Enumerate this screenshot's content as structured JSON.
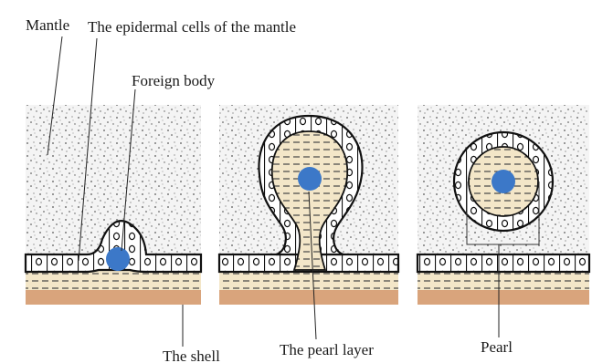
{
  "labels": {
    "mantle": "Mantle",
    "epidermal_cells": "The epidermal cells of the mantle",
    "foreign_body": "Foreign body",
    "shell": "The shell",
    "pearl_layer": "The pearl layer",
    "pearl": "Pearl"
  },
  "colors": {
    "mantle_fill": "#f3f3f3",
    "speckle": "#555555",
    "outline": "#111111",
    "nacre": "#f3e6c8",
    "shell": "#d9a47c",
    "foreign_body": "#3c78c8"
  },
  "panels": [
    {
      "stage": "foreign-body-contact",
      "icon": "mantle-panel-1"
    },
    {
      "stage": "sac-forming",
      "icon": "mantle-panel-2"
    },
    {
      "stage": "pearl-sac-closed",
      "icon": "mantle-panel-3"
    }
  ]
}
